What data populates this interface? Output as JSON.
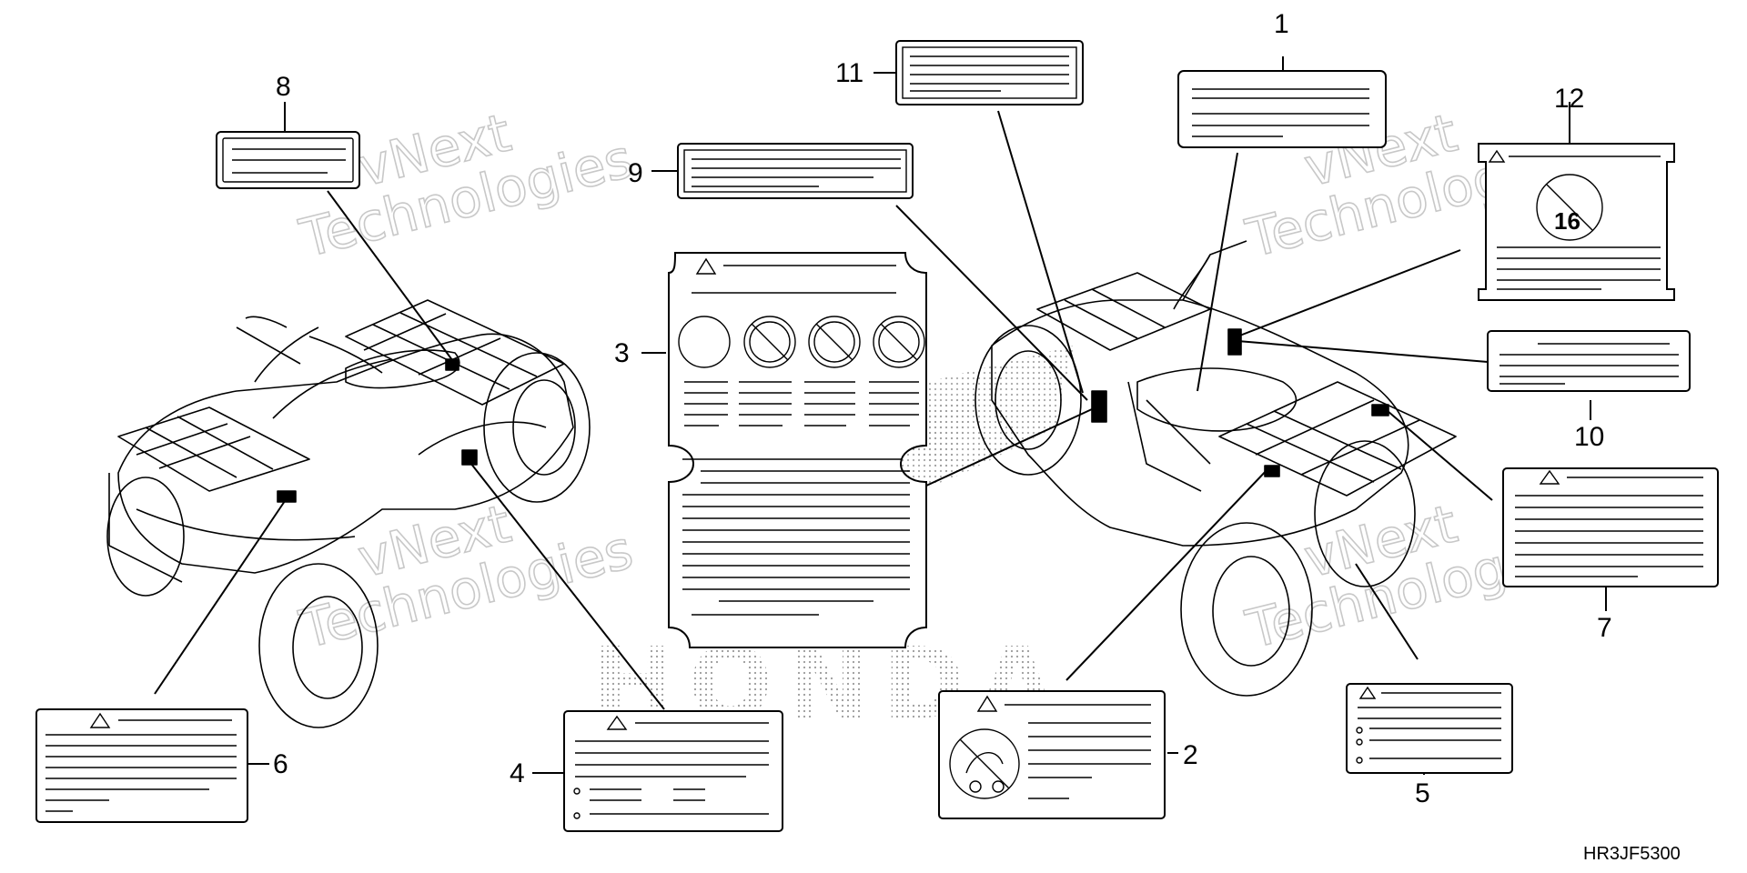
{
  "diagram": {
    "callouts": [
      "1",
      "2",
      "3",
      "4",
      "5",
      "6",
      "7",
      "8",
      "9",
      "10",
      "11",
      "12"
    ],
    "part_code": "HR3JF5300",
    "watermark": {
      "line1": "vNext",
      "line2": "Technologies"
    },
    "background_logo": "HONDA"
  },
  "icons": {
    "warning": "warning-triangle-icon",
    "prohibited": "no-symbol-icon",
    "age": "no-under-16-icon",
    "passenger": "no-passenger-icon"
  },
  "colors": {
    "line": "#000000",
    "watermark": "#c8c8c8",
    "background": "#ffffff"
  }
}
